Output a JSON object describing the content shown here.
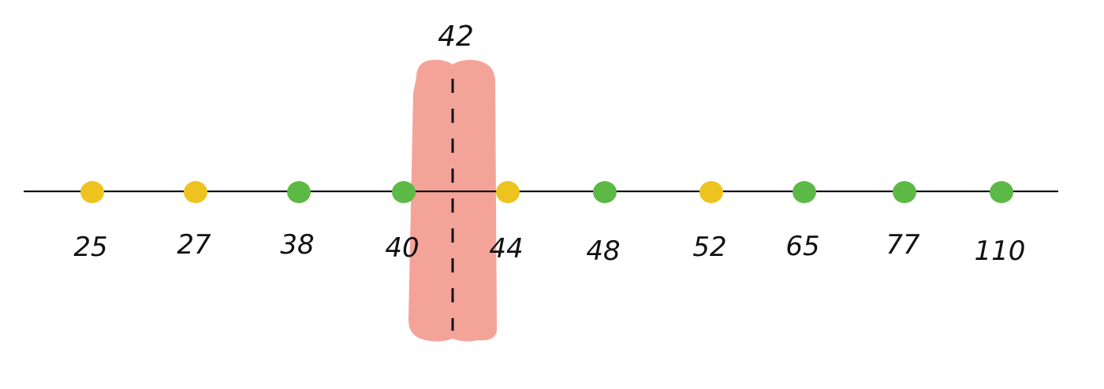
{
  "split": {
    "value": 42,
    "label": "42",
    "highlight_color": "#f4a398"
  },
  "line_color": "#111111",
  "points": [
    {
      "value": 25,
      "label": "25",
      "color": "#eec31f"
    },
    {
      "value": 27,
      "label": "27",
      "color": "#eec31f"
    },
    {
      "value": 38,
      "label": "38",
      "color": "#5cb946"
    },
    {
      "value": 40,
      "label": "40",
      "color": "#5cb946"
    },
    {
      "value": 44,
      "label": "44",
      "color": "#eec31f"
    },
    {
      "value": 48,
      "label": "48",
      "color": "#5cb946"
    },
    {
      "value": 52,
      "label": "52",
      "color": "#eec31f"
    },
    {
      "value": 65,
      "label": "65",
      "color": "#5cb946"
    },
    {
      "value": 77,
      "label": "77",
      "color": "#5cb946"
    },
    {
      "value": 110,
      "label": "110",
      "color": "#5cb946"
    }
  ]
}
